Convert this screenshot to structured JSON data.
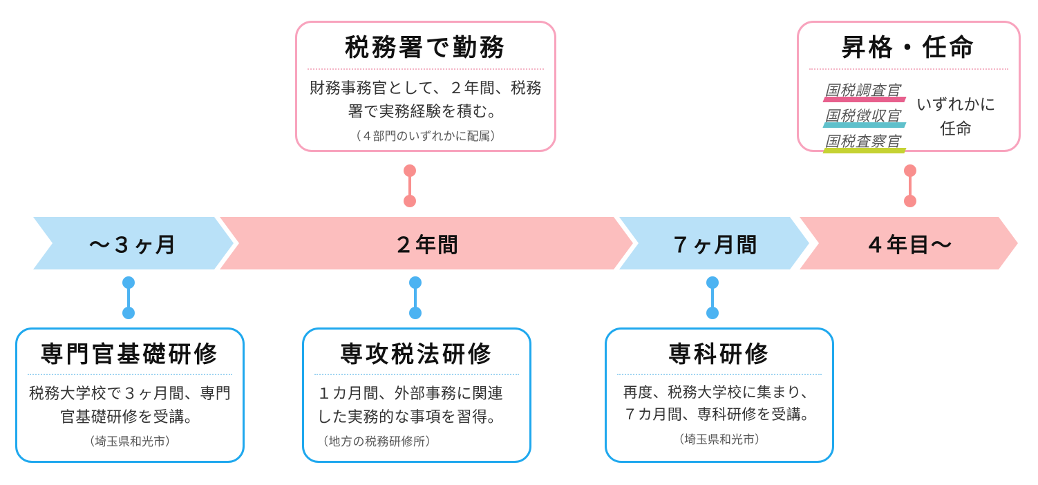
{
  "colors": {
    "band_blue": "#b9e1f8",
    "band_pink": "#fcbebe",
    "connector_blue": "#4cb3f2",
    "connector_pink": "#f98f8e",
    "box_border_blue": "#1fa8ee",
    "box_border_pink": "#f8a3bd",
    "ribbon_pink": "#e7608d",
    "ribbon_teal": "#5fc0cb",
    "ribbon_yellow_green": "#c5d233"
  },
  "timeline": {
    "segments": [
      {
        "label": "〜３ヶ月",
        "color": "blue"
      },
      {
        "label": "２年間",
        "color": "pink"
      },
      {
        "label": "７ヶ月間",
        "color": "blue"
      },
      {
        "label": "４年目〜",
        "color": "pink"
      }
    ]
  },
  "top_boxes": [
    {
      "title": "税務署で勤務",
      "body": "財務事務官として、２年間、税務署で実務経験を積む。",
      "note": "（４部門のいずれかに配属）"
    },
    {
      "title": "昇格・任命",
      "ribbons": [
        {
          "label": "国税調査官"
        },
        {
          "label": "国税徴収官"
        },
        {
          "label": "国税査察官"
        }
      ],
      "side_note_line1": "いずれかに",
      "side_note_line2": "任命"
    }
  ],
  "bottom_boxes": [
    {
      "title": "専門官基礎研修",
      "body": "税務大学校で３ヶ月間、専門官基礎研修を受講。",
      "note": "（埼玉県和光市）"
    },
    {
      "title": "専攻税法研修",
      "body": "１カ月間、外部事務に関連した実務的な事項を習得。",
      "note": "（地方の税務研修所）"
    },
    {
      "title": "専科研修",
      "body": "再度、税務大学校に集まり、７カ月間、専科研修を受講。",
      "note": "（埼玉県和光市）"
    }
  ]
}
